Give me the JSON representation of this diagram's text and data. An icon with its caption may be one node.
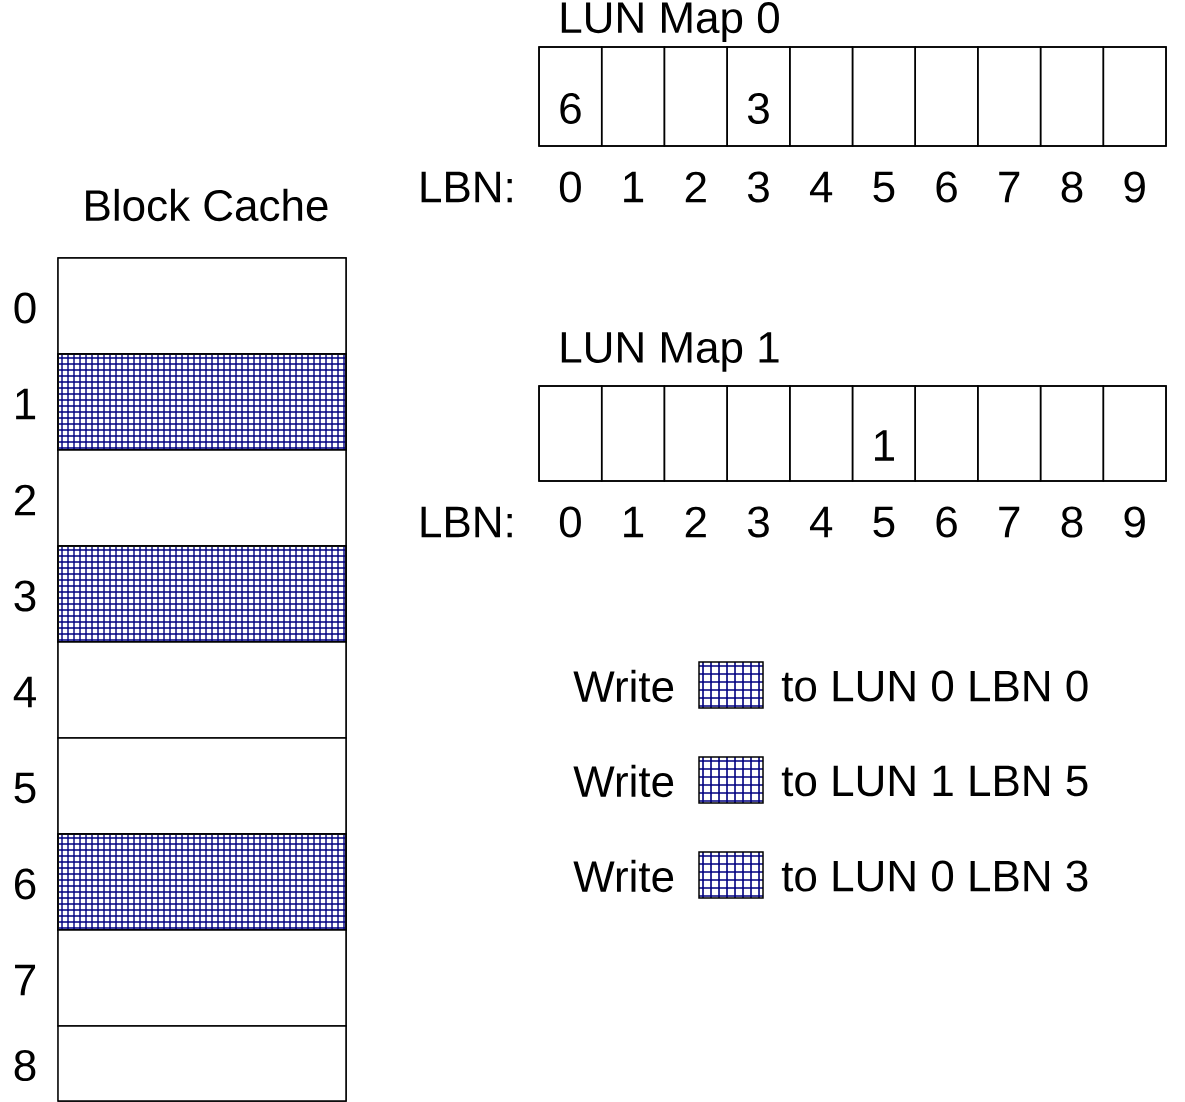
{
  "diagram": {
    "nodes": [
      {
        "text": [
          "Block Cache"
        ]
      },
      {
        "text": [],
        "shape": "box",
        "in": 0,
        "beside": [
          "0"
        ]
      },
      {
        "text": [],
        "shape": "hatched",
        "in": 0,
        "beside": [
          "1"
        ]
      },
      {
        "text": [],
        "shape": "box",
        "in": 0,
        "beside": [
          "2"
        ]
      },
      {
        "text": [],
        "shape": "hatched",
        "in": 0,
        "beside": [
          "3"
        ]
      },
      {
        "text": [],
        "shape": "box",
        "in": 0,
        "beside": [
          "4"
        ]
      },
      {
        "text": [],
        "shape": "box",
        "in": 0,
        "beside": [
          "5"
        ]
      },
      {
        "text": [],
        "shape": "hatched",
        "in": 0,
        "beside": [
          "6"
        ]
      },
      {
        "text": [],
        "shape": "box",
        "in": 0,
        "beside": [
          "7"
        ]
      },
      {
        "text": [],
        "shape": "box",
        "in": 0,
        "beside": [
          "8"
        ]
      },
      {
        "text": [
          "LUN Map 0"
        ]
      },
      {
        "text": [
          "6"
        ],
        "in": 10
      },
      {
        "text": [],
        "shape": "box",
        "in": 10
      },
      {
        "text": [],
        "shape": "box",
        "in": 10
      },
      {
        "text": [
          "3"
        ],
        "in": 10
      },
      {
        "text": [],
        "shape": "box",
        "in": 10
      },
      {
        "text": [],
        "shape": "box",
        "in": 10
      },
      {
        "text": [],
        "shape": "box",
        "in": 10
      },
      {
        "text": [],
        "shape": "box",
        "in": 10
      },
      {
        "text": [],
        "shape": "box",
        "in": 10
      },
      {
        "text": [],
        "shape": "box",
        "in": 10
      },
      {
        "text": [
          "LUN Map 1"
        ]
      },
      {
        "text": [],
        "shape": "box",
        "in": 21
      },
      {
        "text": [],
        "shape": "box",
        "in": 21
      },
      {
        "text": [],
        "shape": "box",
        "in": 21
      },
      {
        "text": [],
        "shape": "box",
        "in": 21
      },
      {
        "text": [],
        "shape": "box",
        "in": 21
      },
      {
        "text": [
          "1"
        ],
        "in": 21
      },
      {
        "text": [],
        "shape": "box",
        "in": 21
      },
      {
        "text": [],
        "shape": "box",
        "in": 21
      },
      {
        "text": [],
        "shape": "box",
        "in": 21
      },
      {
        "text": [],
        "shape": "box",
        "in": 21
      }
    ],
    "labels": [
      "LBN:",
      "0",
      "1",
      "2",
      "3",
      "4",
      "5",
      "6",
      "7",
      "8",
      "9",
      "LBN:",
      "0",
      "1",
      "2",
      "3",
      "4",
      "5",
      "6",
      "7",
      "8",
      "9",
      "Write",
      "to LUN 0 LBN 0",
      "Write",
      "to LUN 1 LBN 5",
      "Write",
      "to LUN 0 LBN 3"
    ]
  }
}
